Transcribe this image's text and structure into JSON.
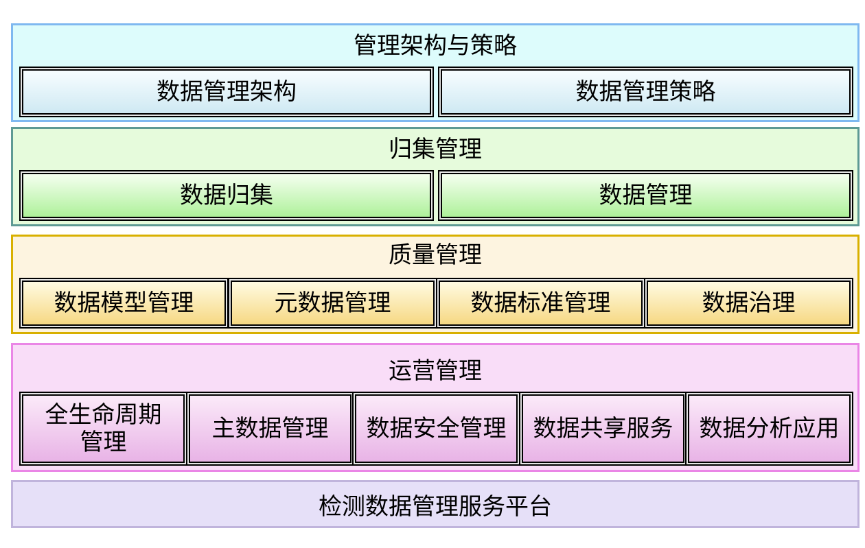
{
  "layers": {
    "architecture": {
      "title": "管理架构与策略",
      "items": [
        "数据管理架构",
        "数据管理策略"
      ]
    },
    "collection": {
      "title": "归集管理",
      "items": [
        "数据归集",
        "数据管理"
      ]
    },
    "quality": {
      "title": "质量管理",
      "items": [
        "数据模型管理",
        "元数据管理",
        "数据标准管理",
        "数据治理"
      ]
    },
    "operations": {
      "title": "运营管理",
      "items": [
        "全生命周期管理",
        "主数据管理",
        "数据安全管理",
        "数据共享服务",
        "数据分析应用"
      ]
    },
    "platform": {
      "title": "检测数据管理服务平台"
    }
  },
  "colors": {
    "architecture_fill": "#ddfcfc",
    "architecture_border": "#7fb8f0",
    "collection_fill": "#e6fbdc",
    "collection_border": "#5e9a94",
    "quality_fill": "#fdf4e0",
    "quality_border": "#d8b000",
    "operations_fill": "#f9ddf8",
    "operations_border": "#ea86e6",
    "platform_fill": "#e6e0f8",
    "platform_border": "#c0b4dc"
  }
}
